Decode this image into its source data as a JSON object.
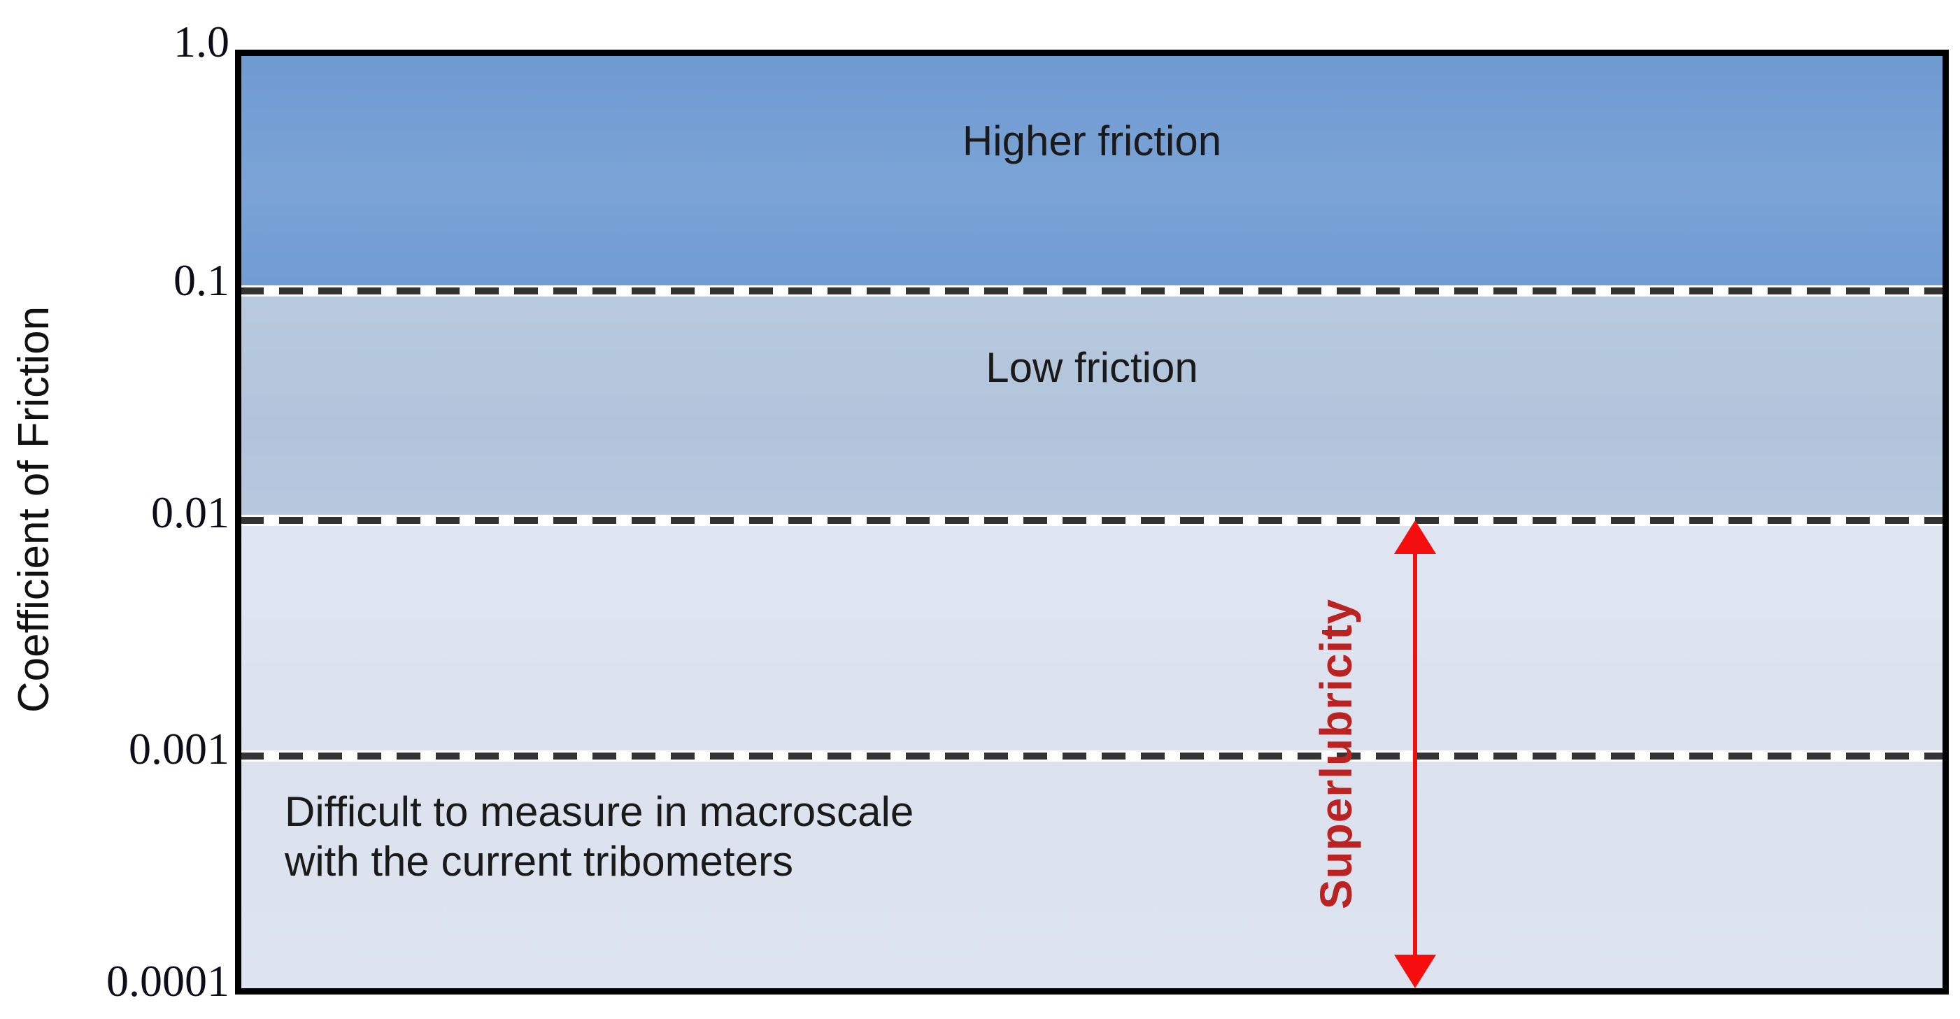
{
  "chart_data": {
    "type": "bar",
    "title": "",
    "subtitle": "",
    "xlabel": "",
    "ylabel": "Coefficient of Friction",
    "scale": "log",
    "ylim": [
      0.0001,
      1.0
    ],
    "grid": true,
    "grid_style": "dashed",
    "legend_position": "none",
    "y_ticks": [
      "1.0",
      "0.1",
      "0.01",
      "0.001",
      "0.0001"
    ],
    "y_tick_values": [
      1.0,
      0.1,
      0.01,
      0.001,
      0.0001
    ],
    "categories": [
      "Higher friction",
      "Low friction",
      "Superlubricity"
    ],
    "bands": [
      {
        "name": "Higher friction",
        "label": "Higher friction",
        "y_min": 0.1,
        "y_max": 1.0,
        "color": "#6f9bd3"
      },
      {
        "name": "Low friction",
        "label": "Low friction",
        "y_min": 0.01,
        "y_max": 0.1,
        "color": "#b4c7de"
      },
      {
        "name": "Superlubricity",
        "label": "",
        "y_min": 0.0001,
        "y_max": 0.01,
        "color": "#dce3f0"
      }
    ],
    "annotations": [
      {
        "name": "superlubricity-range",
        "text": "Superlubricity",
        "y_min": 0.0001,
        "y_max": 0.01,
        "color": "#bb2222",
        "marker": "double-headed-arrow",
        "orientation": "vertical"
      },
      {
        "name": "measurement-note",
        "line1": "Difficult to measure in macroscale",
        "line2": "with the current tribometers",
        "color": "#1a1a1a"
      }
    ],
    "boundary_lines": [
      0.1,
      0.01,
      0.001
    ]
  },
  "axis": {
    "y_title": "Coefficient of Friction",
    "ticks": [
      {
        "label": "1.0",
        "value": 1.0
      },
      {
        "label": "0.1",
        "value": 0.1
      },
      {
        "label": "0.01",
        "value": 0.01
      },
      {
        "label": "0.001",
        "value": 0.001
      },
      {
        "label": "0.0001",
        "value": 0.0001
      }
    ]
  },
  "labels": {
    "higher_friction": "Higher friction",
    "low_friction": "Low friction",
    "difficult_line1": "Difficult to measure in macroscale",
    "difficult_line2": "with the current tribometers",
    "superlubricity": "Superlubricity"
  },
  "colors": {
    "band_higher": "#6f9bd3",
    "band_low": "#b4c7de",
    "band_superlub": "#dce3f0",
    "annotation_red": "#bb2222",
    "arrow_red": "#f60d0d",
    "frame": "#000000",
    "text": "#1a1a1a"
  }
}
